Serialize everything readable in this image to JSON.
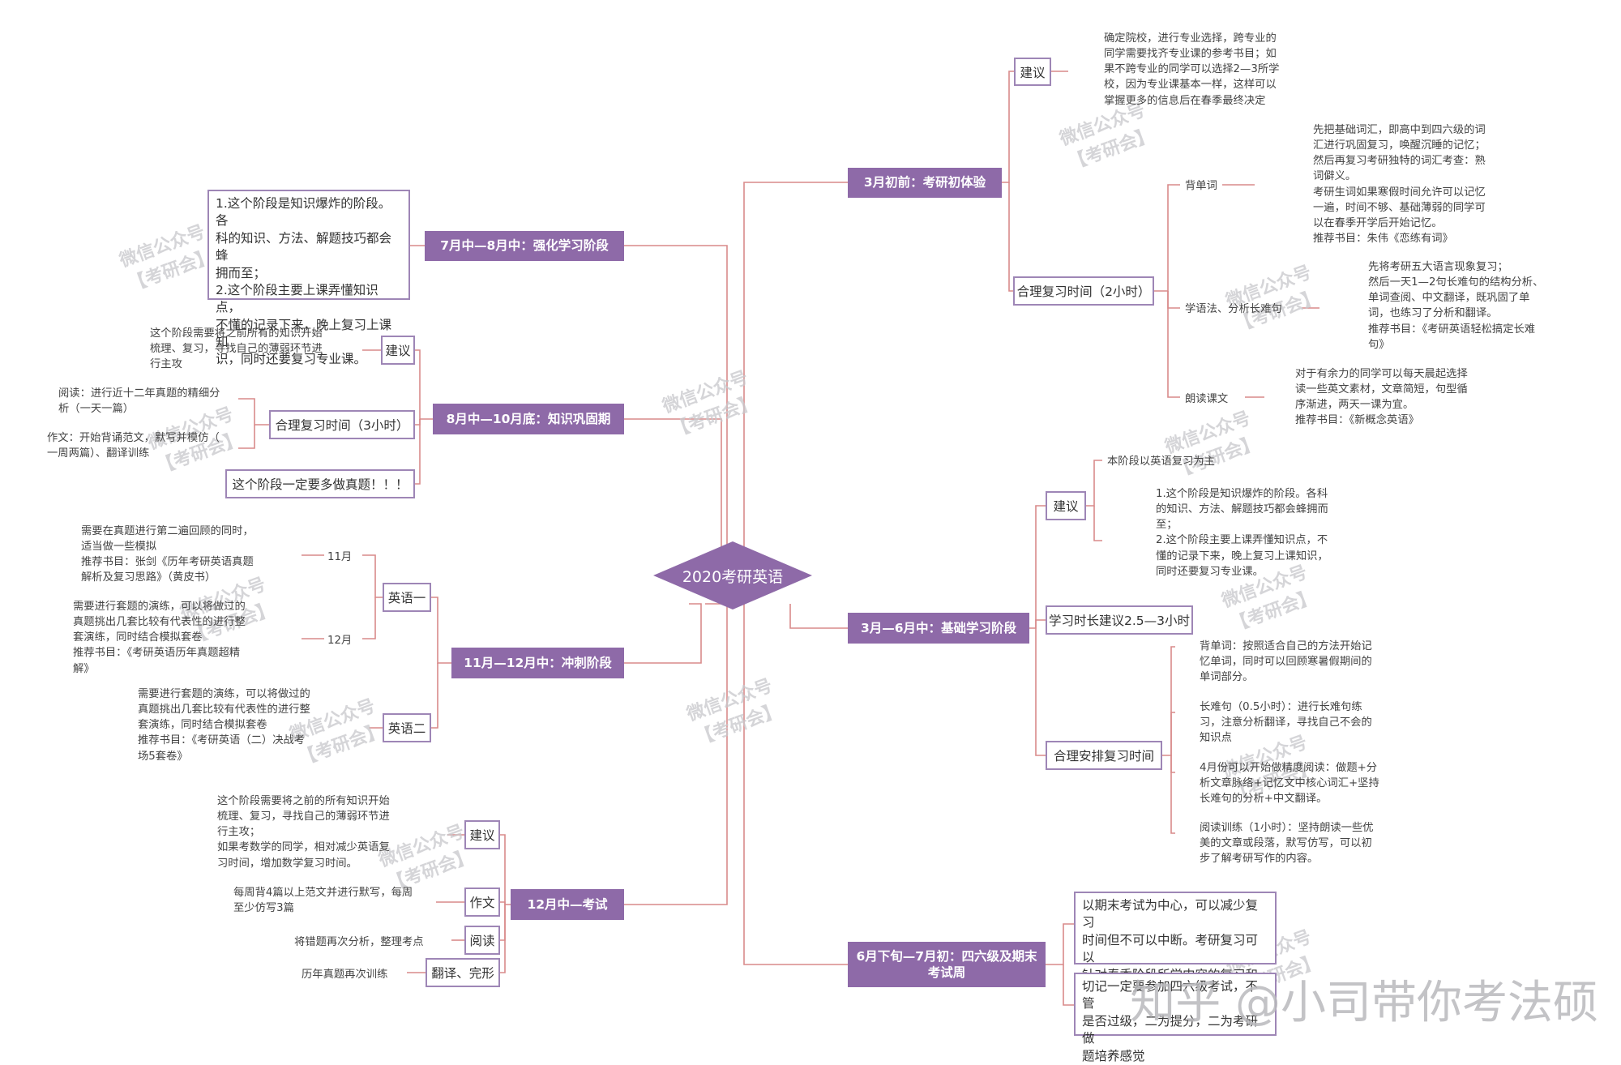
{
  "center": {
    "title": "2020考研英语"
  },
  "colors": {
    "purple": "#8e6aa8",
    "border": "#9e86b6",
    "line": "#d98a8a"
  },
  "right": {
    "march": {
      "title": "3月初前：考研初体验",
      "suggest_label": "建议",
      "suggest_text": "确定院校，进行专业选择，跨专业的\n同学需要找齐专业课的参考书目；如\n果不跨专业的同学可以选择2—3所学\n校，因为专业课基本一样，这样可以\n掌握更多的信息后在春季最终决定",
      "time_label": "合理复习时间（2小时）",
      "vocab_label": "背单词",
      "vocab_text": "先把基础词汇，即高中到四六级的词\n汇进行巩固复习，唤醒沉睡的记忆；\n然后再复习考研独特的词汇考查：熟\n词僻义。\n考研生词如果寒假时间允许可以记忆\n一遍，时间不够、基础薄弱的同学可\n以在春季开学后开始记忆。\n推荐书目：朱伟《恋练有词》",
      "grammar_label": "学语法、分析长难句",
      "grammar_text": "先将考研五大语言现象复习；\n然后一天1—2句长难句的结构分析、\n单词查阅、中文翻译，既巩固了单\n词，也练习了分析和翻译。\n推荐书目：《考研英语轻松搞定长难\n句》",
      "reading_label": "朗读课文",
      "reading_text": "对于有余力的同学可以每天晨起选择\n读一些英文素材，文章简短，句型循\n序渐进，两天一课为宜。\n推荐书目：《新概念英语》"
    },
    "basic": {
      "title": "3月—6月中：基础学习阶段",
      "suggest_label": "建议",
      "suggest_text1": "本阶段以英语复习为主",
      "suggest_text2": "1.这个阶段是知识爆炸的阶段。各科\n的知识、方法、解题技巧都会蜂拥而\n至；\n2.这个阶段主要上课弄懂知识点，不\n懂的记录下来，晚上复习上课知识，\n同时还要复习专业课。",
      "hours_label": "学习时长建议2.5—3小时",
      "arrange_label": "合理安排复习时间",
      "arrange_1": "背单词：按照适合自己的方法开始记\n忆单词，同时可以回顾寒暑假期间的\n单词部分。",
      "arrange_2": "长难句（0.5小时）：进行长难句练\n习，注意分析翻译，寻找自己不会的\n知识点",
      "arrange_3": "4月份可以开始做精度阅读：做题+分\n析文章脉络+记忆文中核心词汇+坚持\n长难句的分析+中文翻译。",
      "arrange_4": "阅读训练（1小时）：坚持朗读一些优\n美的文章或段落，默写仿写，可以初\n步了解考研写作的内容。"
    },
    "june": {
      "title": "6月下旬—7月初：四六级及期末\n考试周",
      "box1": "以期末考试为中心，可以减少复习\n时间但不可以中断。考研复习可以\n针对春季阶段所学内容的复习和梳\n理",
      "box2": "切记一定要参加四六级考试，不管\n是否过级，二为提分，二为考研做\n题培养感觉"
    }
  },
  "left": {
    "july": {
      "title": "7月中—8月中：强化学习阶段",
      "box": "1.这个阶段是知识爆炸的阶段。各\n科的知识、方法、解题技巧都会蜂\n拥而至；\n2.这个阶段主要上课弄懂知识点，\n不懂的记录下来，晚上复习上课知\n识，同时还要复习专业课。"
    },
    "aug": {
      "title": "8月中—10月底：知识巩固期",
      "suggest_label": "建议",
      "suggest_text": "这个阶段需要将之前所有的知识开始\n梳理、复习，寻找自己的薄弱环节进\n行主攻",
      "time_label": "合理复习时间（3小时）",
      "reading_text": "阅读：进行近十二年真题的精细分\n析（一天一篇）",
      "writing_text": "作文：开始背诵范文，默写并模仿（\n一周两篇）、翻译训练",
      "tip": "这个阶段一定要多做真题！！！"
    },
    "nov": {
      "title": "11月—12月中：冲刺阶段",
      "eng1_label": "英语一",
      "nov_label": "11月",
      "nov_text": "需要在真题进行第二遍回顾的同时，\n适当做一些模拟\n推荐书目：张剑《历年考研英语真题\n解析及复习思路》（黄皮书）",
      "dec_label": "12月",
      "dec_text": "需要进行套题的演练，可以将做过的\n真题挑出几套比较有代表性的进行整\n套演练，同时结合模拟套卷\n推荐书目：《考研英语历年真题超精\n解》",
      "eng2_label": "英语二",
      "eng2_text": "需要进行套题的演练，可以将做过的\n真题挑出几套比较有代表性的进行整\n套演练，同时结合模拟套卷\n推荐书目：《考研英语（二）决战考\n场5套卷》"
    },
    "dec": {
      "title": "12月中—考试",
      "suggest_label": "建议",
      "suggest_text": "这个阶段需要将之前的所有知识开始\n梳理、复习，寻找自己的薄弱环节进\n行主攻；\n如果考数学的同学，相对减少英语复\n习时间，增加数学复习时间。",
      "writing_label": "作文",
      "writing_text": "每周背4篇以上范文并进行默写，每周\n至少仿写3篇",
      "reading_label": "阅读",
      "reading_text": "将错题再次分析，整理考点",
      "trans_label": "翻译、完形",
      "trans_text": "历年真题再次训练"
    }
  },
  "watermark": {
    "line1": "微信公众号",
    "line2": "【考研会】",
    "credit": "知乎 @小司带你考法硕"
  }
}
